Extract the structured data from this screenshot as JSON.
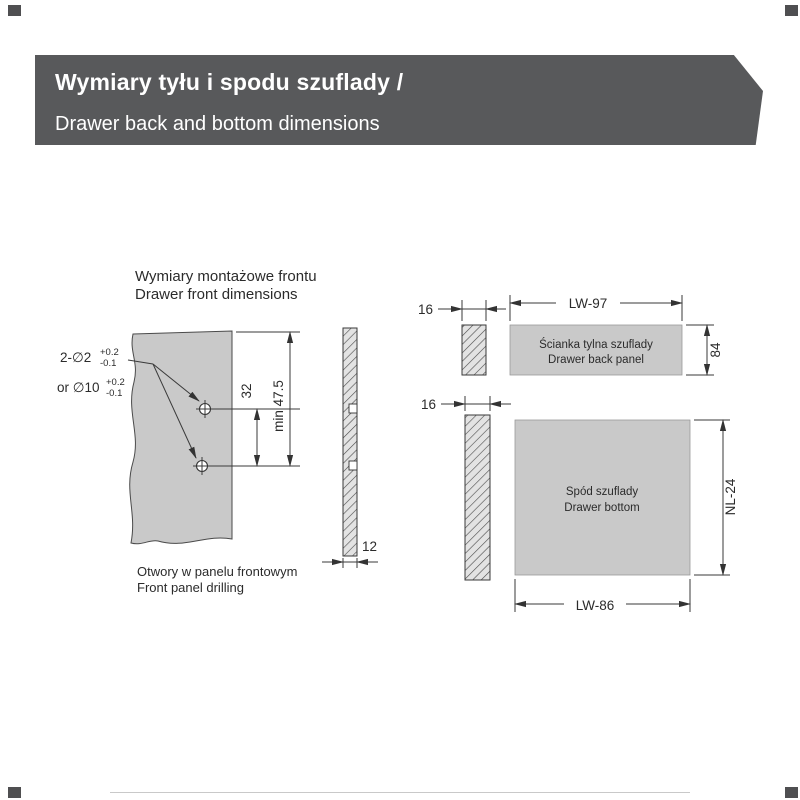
{
  "colors": {
    "header_bg": "#58595b",
    "panel_fill": "#c9c9c9",
    "hatch_bg": "#e3e3e3",
    "line": "#3a3a3a"
  },
  "header": {
    "title_pl": "Wymiary tyłu i spodu szuflady /",
    "title_en": "Drawer back and bottom dimensions"
  },
  "front_view": {
    "title_pl": "Wymiary montażowe frontu",
    "title_en": "Drawer front dimensions",
    "holes_label_1": "2-∅2",
    "holes_tol_plus": "+0.2",
    "holes_tol_minus": "-0.1",
    "holes_label_2": "or ∅10",
    "dim_hole_spacing": "32",
    "dim_min": "min 47.5",
    "dim_thickness": "12",
    "caption_pl": "Otwory w panelu frontowym",
    "caption_en": "Front panel drilling"
  },
  "back_panel": {
    "dim_thickness": "16",
    "dim_width": "LW-97",
    "dim_height": "84",
    "label_pl": "Ścianka tylna szuflady",
    "label_en": "Drawer back panel"
  },
  "bottom_panel": {
    "dim_thickness": "16",
    "dim_width": "LW-86",
    "dim_depth": "NL-24",
    "label_pl": "Spód szuflady",
    "label_en": "Drawer bottom"
  }
}
